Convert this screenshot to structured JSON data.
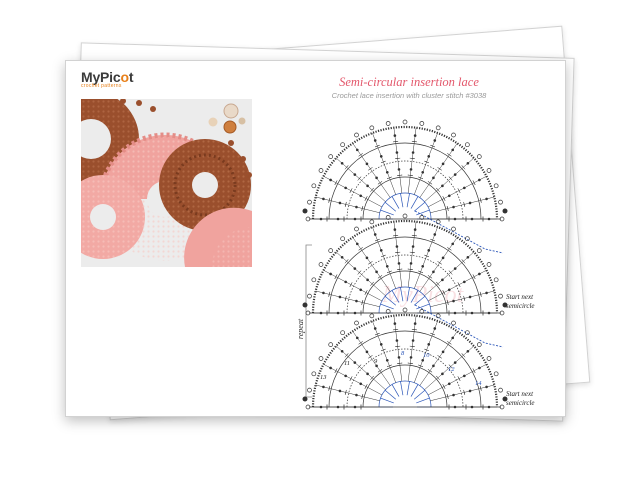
{
  "brand": {
    "name_prefix": "MyPic",
    "name_o": "o",
    "name_suffix": "t",
    "tagline": "crochet patterns"
  },
  "pattern": {
    "title": "Semi-circular insertion lace",
    "subtitle": "Crochet lace insertion with cluster stitch #3038"
  },
  "diagram": {
    "repeat_label": "repeat",
    "start_next_1": "Start next",
    "start_next_2": "semicircle",
    "row_numbers": {
      "r1": "1",
      "r2": "2",
      "r3": "3",
      "r4": "4",
      "r5": "5",
      "r6": "6",
      "r7": "7",
      "r8": "8",
      "r9": "9",
      "r10": "10",
      "r11": "11",
      "r12": "12",
      "r13": "13",
      "r14": "14"
    }
  },
  "colors": {
    "title": "#e3576b",
    "logo_accent": "#e8801a",
    "photo_bg": "#eeeeee",
    "lace_pink": "#f0a39e",
    "lace_brown": "#9a4f2d",
    "chart_ink": "#333333",
    "chart_blue": "#2a55b8"
  }
}
